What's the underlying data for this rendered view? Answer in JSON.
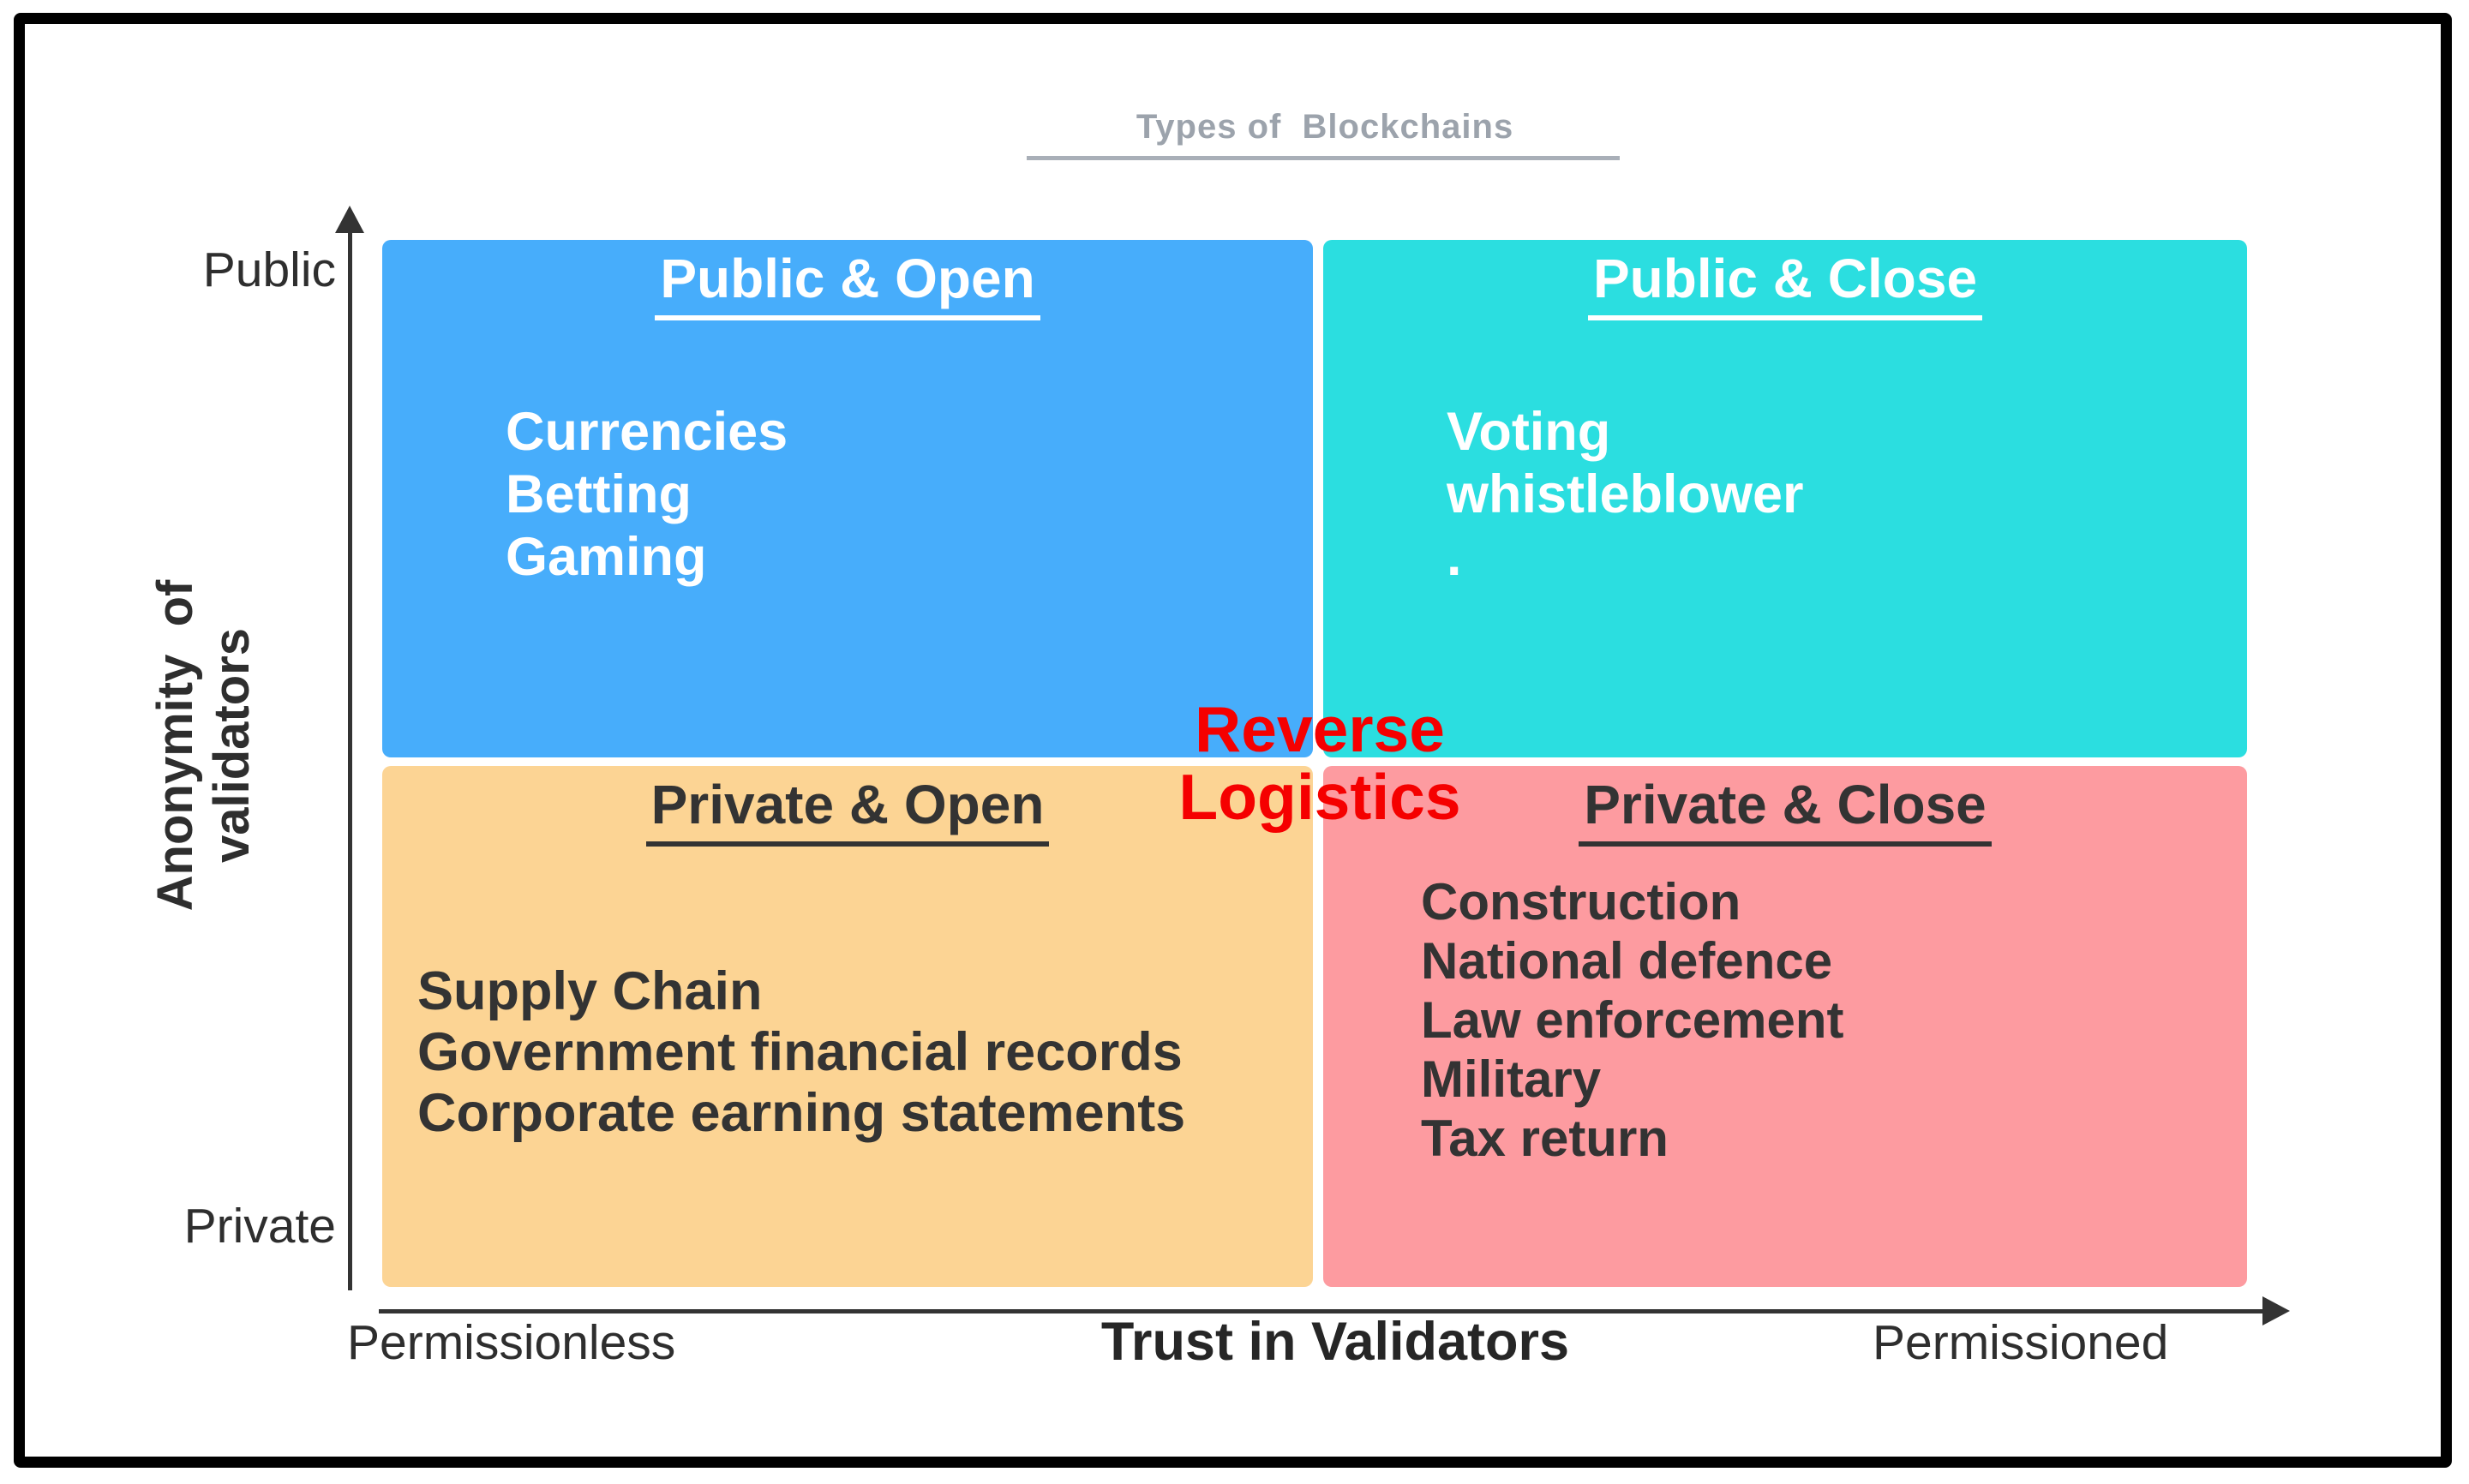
{
  "title": {
    "text": "Types of  Blockchains",
    "color": "#9ca3ac"
  },
  "axes": {
    "y": {
      "label": "Anonymity  of\nvalidators",
      "top_tick": "Public",
      "bottom_tick": "Private"
    },
    "x": {
      "label": "Trust in Validators",
      "left_tick": "Permissionless",
      "right_tick": "Permissioned"
    }
  },
  "quadrants": {
    "public_open": {
      "title": "Public & Open",
      "items": [
        "Currencies",
        "Betting",
        "Gaming"
      ],
      "color": "#47adfb",
      "text_color": "#ffffff"
    },
    "public_close": {
      "title": "Public & Close",
      "items": [
        "Voting",
        "whistleblower",
        "."
      ],
      "color": "#2bdee0",
      "text_color": "#ffffff"
    },
    "private_open": {
      "title": "Private & Open",
      "items": [
        "Supply Chain",
        "Government financial records",
        "Corporate earning statements"
      ],
      "color": "#fcd494",
      "text_color": "#333333"
    },
    "private_close": {
      "title": "Private & Close",
      "items": [
        "Construction",
        "National defence",
        "Law enforcement",
        "Military",
        "Tax return"
      ],
      "color": "#fd9ba0",
      "text_color": "#333333"
    }
  },
  "center_label": {
    "text": "Reverse\nLogistics",
    "color": "#f50000"
  }
}
